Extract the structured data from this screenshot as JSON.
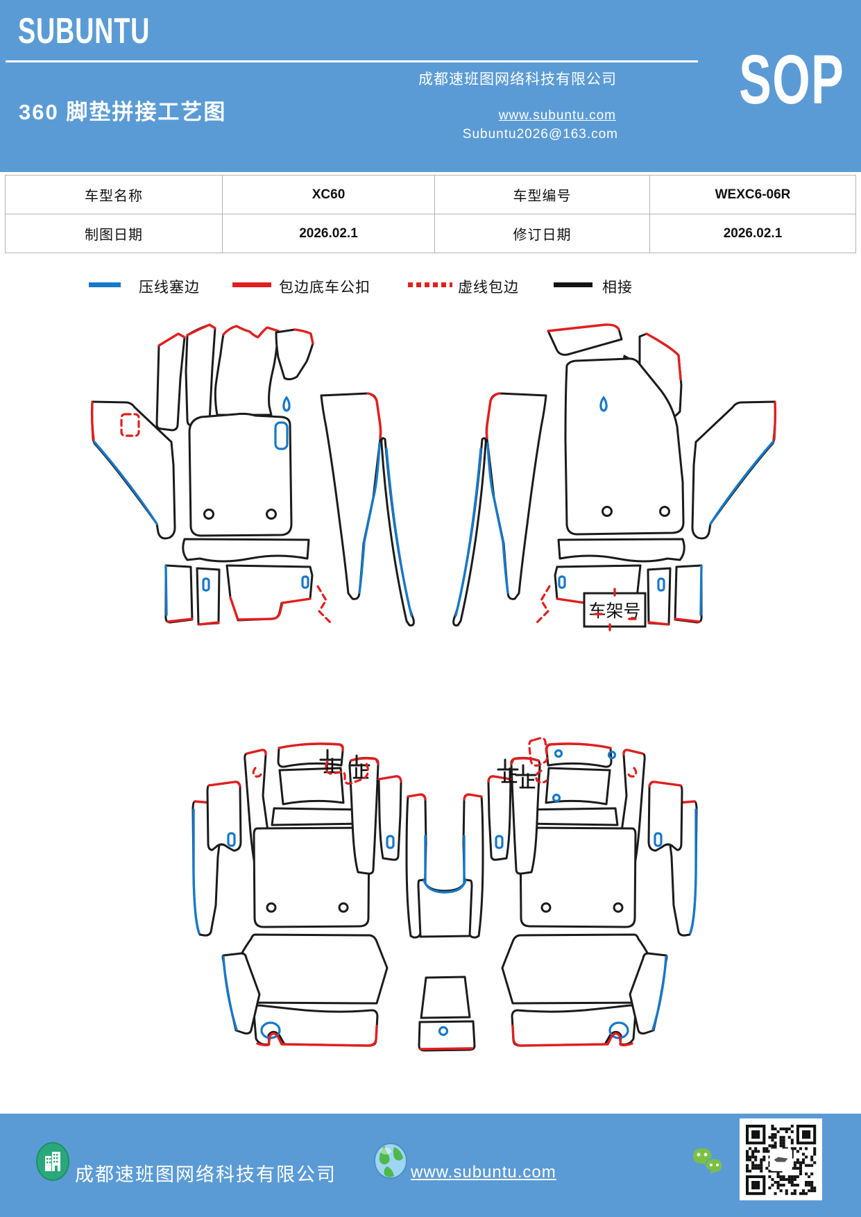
{
  "header": {
    "logo": "SUBUNTU",
    "sop_label": "SOP",
    "company": "成都速班图网络科技有限公司",
    "title": "360 脚垫拼接工艺图",
    "website": "www.subuntu.com",
    "email": "Subuntu2026@163.com"
  },
  "info_table": {
    "cells": [
      "车型名称",
      "XC60",
      "车型编号",
      "WEXC6-06R",
      "制图日期",
      "2026.02.1",
      "修订日期",
      "2026.02.1"
    ]
  },
  "legend": {
    "items": [
      {
        "label": "压线塞边",
        "color": "#1878c8",
        "style": "solid"
      },
      {
        "label": "包边底车公扣",
        "color": "#e11f1f",
        "style": "solid"
      },
      {
        "label": "虚线包边",
        "color": "#e11f1f",
        "style": "dashed"
      },
      {
        "label": "相接",
        "color": "#141414",
        "style": "solid"
      }
    ]
  },
  "diagram": {
    "vin_label": "车架号",
    "stop_mark": "止",
    "line_colors": {
      "outline": "#1b1b1b",
      "press_edge_blue": "#1878c8",
      "bind_edge_red": "#e11f1f"
    }
  },
  "footer": {
    "company": "成都速班图网络科技有限公司",
    "website": "www.subuntu.com"
  }
}
